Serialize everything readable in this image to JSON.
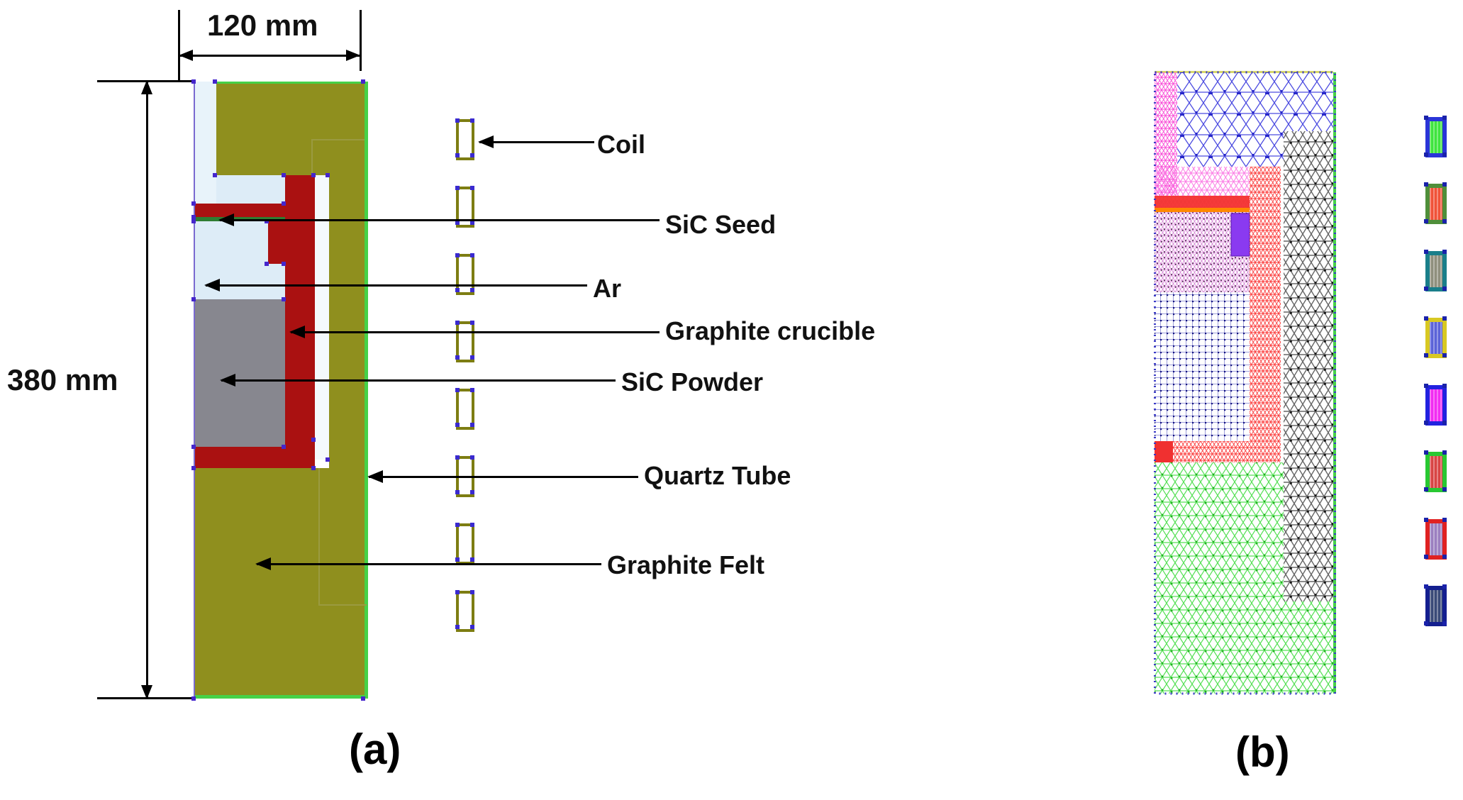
{
  "figure": {
    "panel_a": {
      "caption": "(a)",
      "dim_width_label": "120 mm",
      "dim_height_label": "380 mm",
      "annotations": [
        {
          "text": "Coil"
        },
        {
          "text": "SiC Seed"
        },
        {
          "text": "Ar"
        },
        {
          "text": "Graphite crucible"
        },
        {
          "text": "SiC Powder"
        },
        {
          "text": "Quartz Tube"
        },
        {
          "text": "Graphite Felt"
        }
      ],
      "colors": {
        "graphite_felt": "#8f8f1e",
        "crucible": "#aa1111",
        "sic_powder": "#87878f",
        "argon_gas": "#ddecf7",
        "argon_gap": "#e8f3fa",
        "sic_seed": "#2e7d32",
        "quartz_tube": "#46d148",
        "outline": "#7a6ad0",
        "coil_outline": "#7d7d12"
      },
      "coil_count": 8
    },
    "panel_b": {
      "caption": "(b)",
      "mesh_colors": {
        "felt_top_mesh": "#4a4ae0",
        "felt_outer_mesh": "#555555",
        "felt_bottom_mesh": "#55e055",
        "gas_gap_mesh": "#f84ad6",
        "gas_upper_mesh": "#fb7ae4",
        "gas_inner_mesh": "#d580d5",
        "crucible_mesh": "#fb3b3b",
        "seed_band": "#ff8800",
        "lid_band": "#f23838",
        "powder_grid": "#3d3dbb",
        "stub_fill": "#8a3af0"
      },
      "coil_swatches": [
        {
          "frame": "#2a35d8",
          "fill": "#3ee43e"
        },
        {
          "frame": "#4f8f3a",
          "fill": "#f05238"
        },
        {
          "frame": "#1a7f8a",
          "fill": "#8f8f7d"
        },
        {
          "frame": "#d8c822",
          "fill": "#5b63d8"
        },
        {
          "frame": "#2222e0",
          "fill": "#f22bf2"
        },
        {
          "frame": "#28c832",
          "fill": "#d84444"
        },
        {
          "frame": "#e02222",
          "fill": "#9b7fc0"
        },
        {
          "frame": "#141f8f",
          "fill": "#3a4a77"
        }
      ]
    }
  }
}
